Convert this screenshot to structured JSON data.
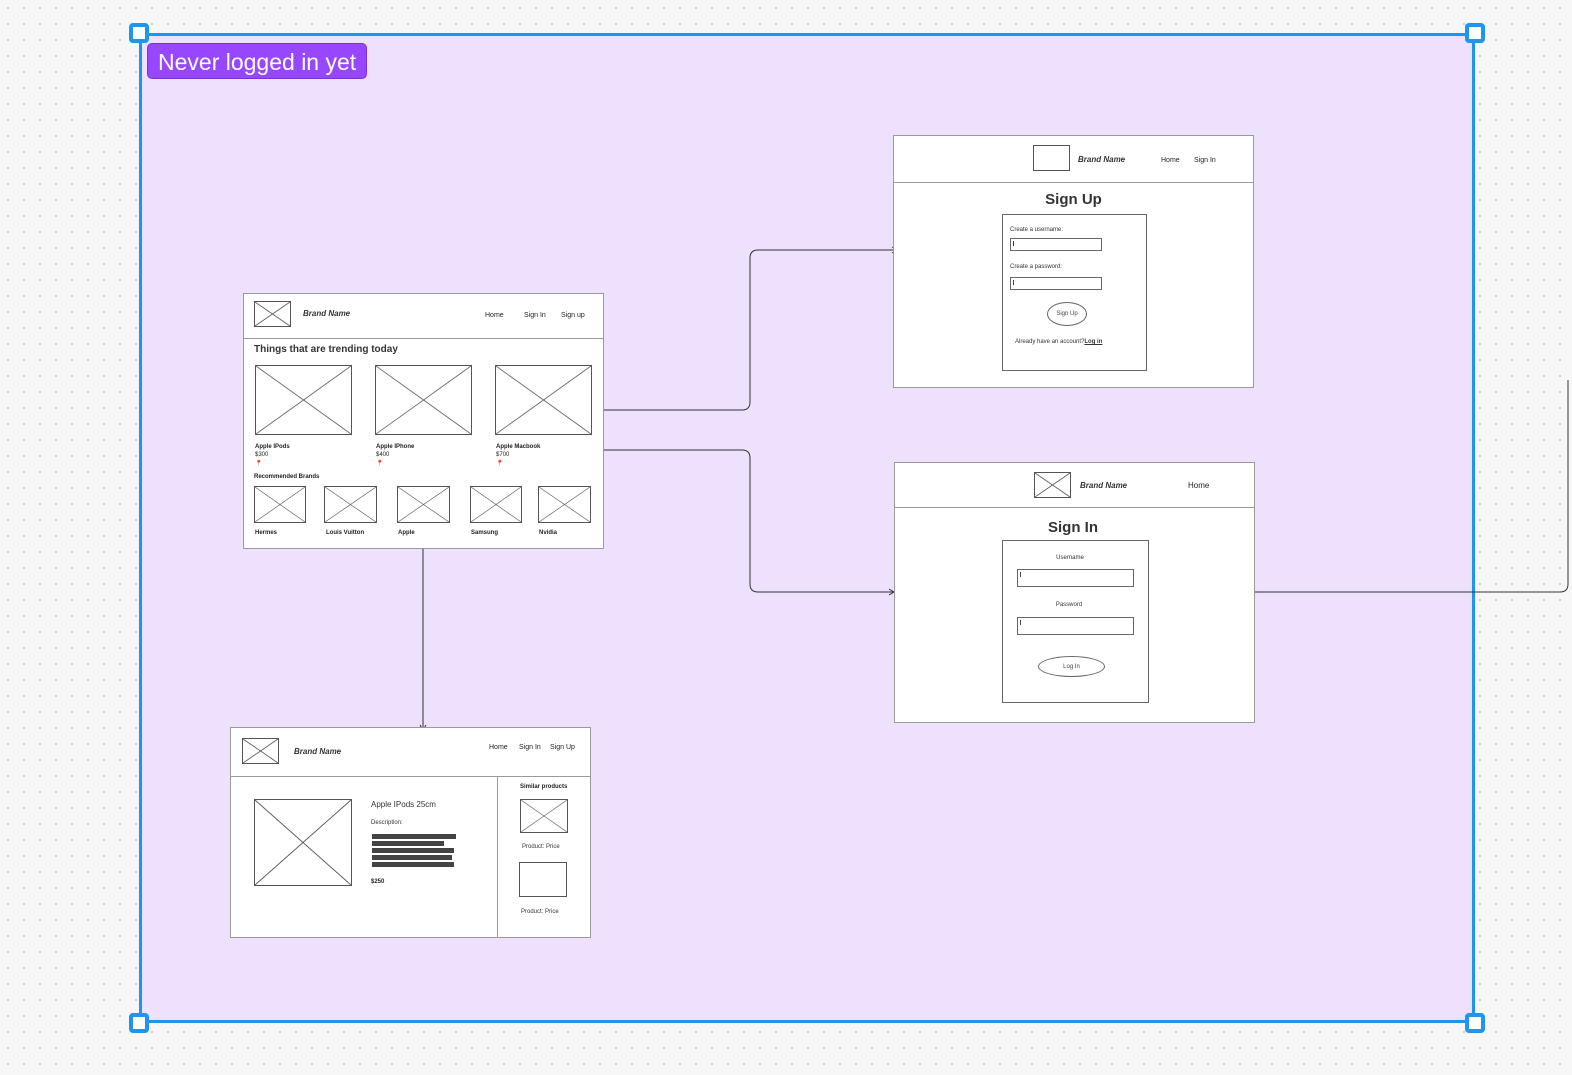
{
  "section": {
    "label": "Never logged in yet"
  },
  "home": {
    "brand": "Brand Name",
    "nav": [
      "Home",
      "Sign In",
      "Sign up"
    ],
    "heading": "Things that are trending today",
    "products": [
      {
        "name": "Apple IPods",
        "price": "$300"
      },
      {
        "name": "Apple IPhone",
        "price": "$400"
      },
      {
        "name": "Apple Macbook",
        "price": "$700"
      }
    ],
    "brands_heading": "Recommended Brands",
    "brands": [
      "Hermes",
      "Louis Vuitton",
      "Apple",
      "Samsung",
      "Nvidia"
    ]
  },
  "signup": {
    "brand": "Brand Name",
    "nav": [
      "Home",
      "Sign In"
    ],
    "title": "Sign Up",
    "username_label": "Create a username:",
    "password_label": "Create a password:",
    "button": "Sign Up",
    "already_text": "Already have an account?",
    "login_link": "Log in"
  },
  "signin": {
    "brand": "Brand Name",
    "nav": [
      "Home"
    ],
    "title": "Sign In",
    "username_label": "Username",
    "password_label": "Password",
    "button": "Log In"
  },
  "product": {
    "brand": "Brand Name",
    "nav": [
      "Home",
      "Sign In",
      "Sign Up"
    ],
    "name": "Apple IPods 25cm",
    "description_label": "Description:",
    "price": "$250",
    "similar_heading": "Similar products",
    "similar": [
      {
        "label": "Product: Price"
      },
      {
        "label": "Product: Price"
      }
    ]
  },
  "colors": {
    "section_fill": "#ede1fd",
    "selection": "#1e96f0",
    "label_fill": "#9747ff"
  }
}
